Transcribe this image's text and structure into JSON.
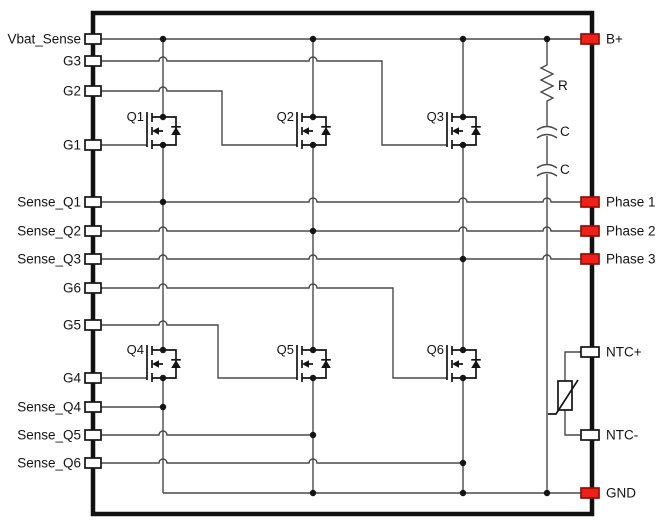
{
  "colors": {
    "pin_red_fill": "#ee2019",
    "pin_red_stroke": "#8f1008",
    "pin_white_fill": "#ffffff",
    "wire": "#4a4a4a",
    "ink": "#141414"
  },
  "left_pins": [
    {
      "label": "Vbat_Sense"
    },
    {
      "label": "G3"
    },
    {
      "label": "G2"
    },
    {
      "label": "G1"
    },
    {
      "label": "Sense_Q1"
    },
    {
      "label": "Sense_Q2"
    },
    {
      "label": "Sense_Q3"
    },
    {
      "label": "G6"
    },
    {
      "label": "G5"
    },
    {
      "label": "G4"
    },
    {
      "label": "Sense_Q4"
    },
    {
      "label": "Sense_Q5"
    },
    {
      "label": "Sense_Q6"
    }
  ],
  "right_pins": [
    {
      "label": "B+",
      "color": "red"
    },
    {
      "label": "Phase 1",
      "color": "red"
    },
    {
      "label": "Phase 2",
      "color": "red"
    },
    {
      "label": "Phase 3",
      "color": "red"
    },
    {
      "label": "NTC+",
      "color": "white"
    },
    {
      "label": "NTC-",
      "color": "white"
    },
    {
      "label": "GND",
      "color": "red"
    }
  ],
  "transistors": [
    {
      "label": "Q1"
    },
    {
      "label": "Q2"
    },
    {
      "label": "Q3"
    },
    {
      "label": "Q4"
    },
    {
      "label": "Q5"
    },
    {
      "label": "Q6"
    }
  ],
  "passives": {
    "resistor": "R",
    "cap_top": "C",
    "cap_bottom": "C"
  }
}
